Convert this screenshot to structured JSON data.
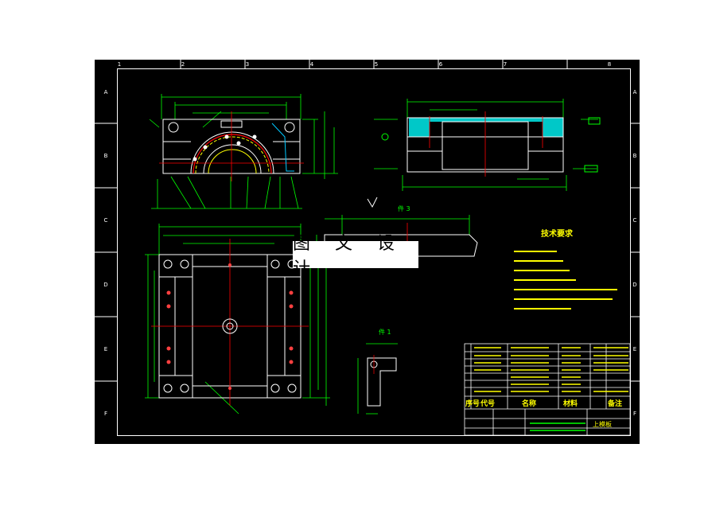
{
  "watermark": "图 文 设 计",
  "border": {
    "col_labels": [
      "1",
      "2",
      "3",
      "4",
      "5",
      "6",
      "7",
      "8"
    ],
    "row_labels": [
      "A",
      "B",
      "C",
      "D",
      "E",
      "F"
    ]
  },
  "tech_requirements": {
    "heading": "技术要求"
  },
  "views": {
    "view_a_label": "件 3",
    "view_b_label": "件 1"
  },
  "title_block": {
    "header": [
      "序号",
      "代号",
      "名称",
      "材料",
      "备注"
    ],
    "part_name": "上模板"
  },
  "colors": {
    "background": "#000000",
    "frame": "#ffffff",
    "dimension": "#00ff00",
    "centerline": "#ff0000",
    "outline": "#ffffff",
    "text": "#ffff00",
    "section_fill": "#00c8c8"
  }
}
